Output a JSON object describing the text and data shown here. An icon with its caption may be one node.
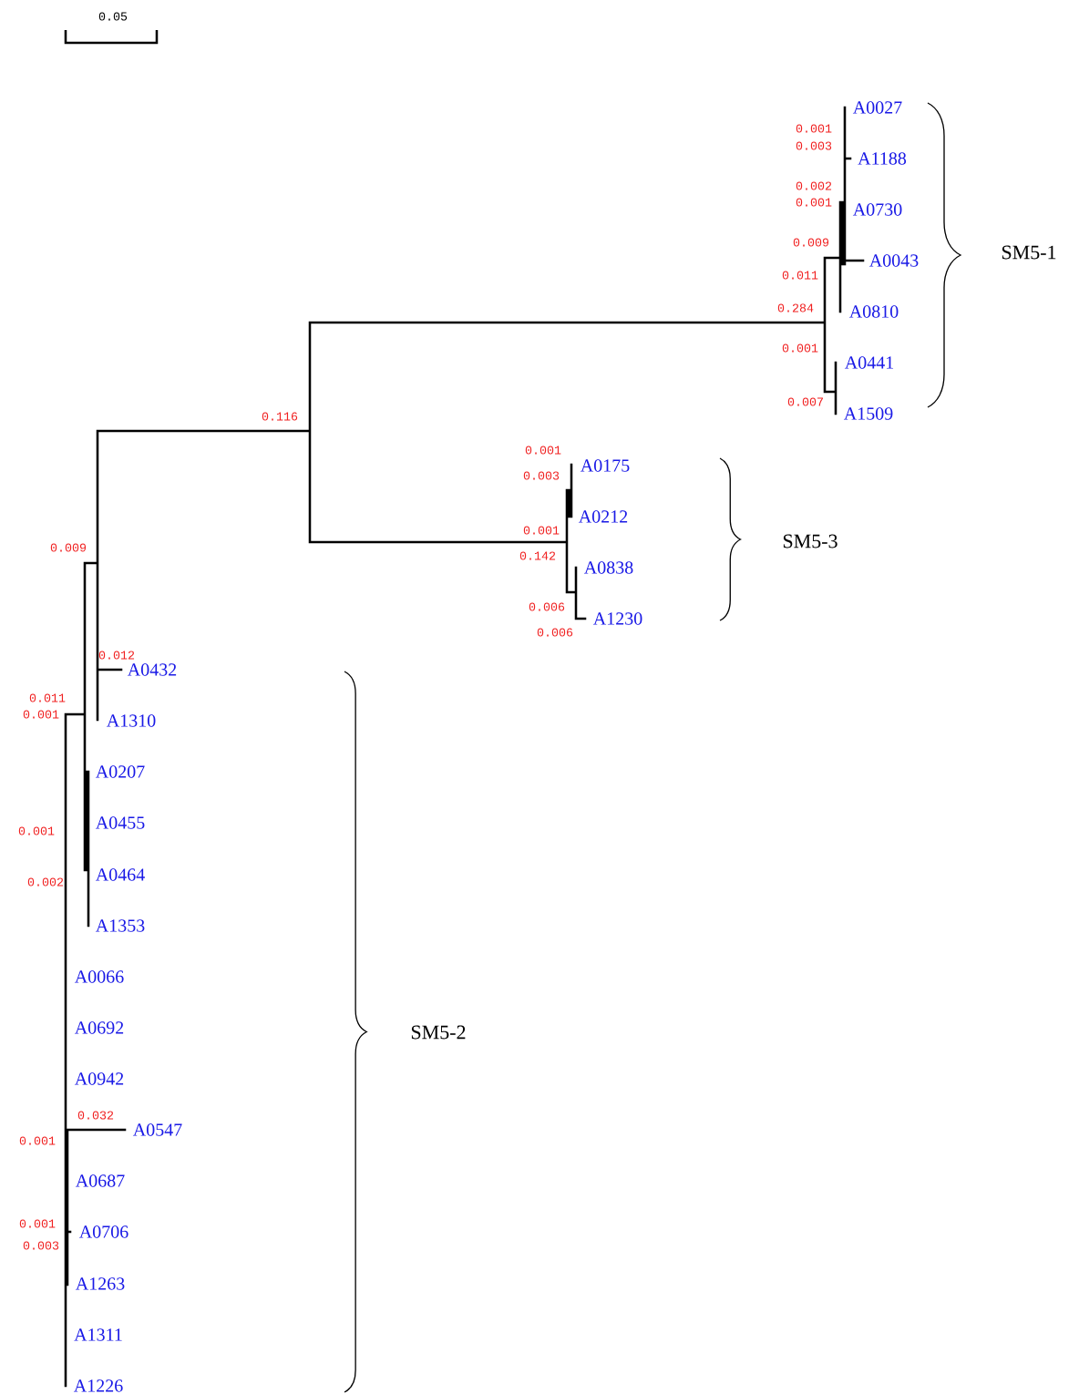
{
  "diagram": {
    "labels": [
      "0.05",
      "A0027",
      "0.001",
      "0.003",
      "A1188",
      "0.002",
      "0.001",
      "A0730",
      "0.009",
      "SM5-1",
      "A0043",
      "0.011",
      "0.284",
      "A0810",
      "0.001",
      "A0441",
      "0.007",
      "A1509",
      "0.116",
      "0.001",
      "A0175",
      "0.003",
      "A0212",
      "0.001",
      "SM5-3",
      "0.009",
      "0.142",
      "A0838",
      "0.006",
      "A1230",
      "0.006",
      "0.012",
      "A0432",
      "0.011",
      "0.001",
      "A1310",
      "A0207",
      "A0455",
      "0.001",
      "A0464",
      "0.002",
      "A1353",
      "A0066",
      "A0692",
      "SM5-2",
      "A0942",
      "0.032",
      "A0547",
      "0.001",
      "A0687",
      "0.001",
      "A0706",
      "0.003",
      "A1263",
      "A1311",
      "A1226"
    ]
  }
}
